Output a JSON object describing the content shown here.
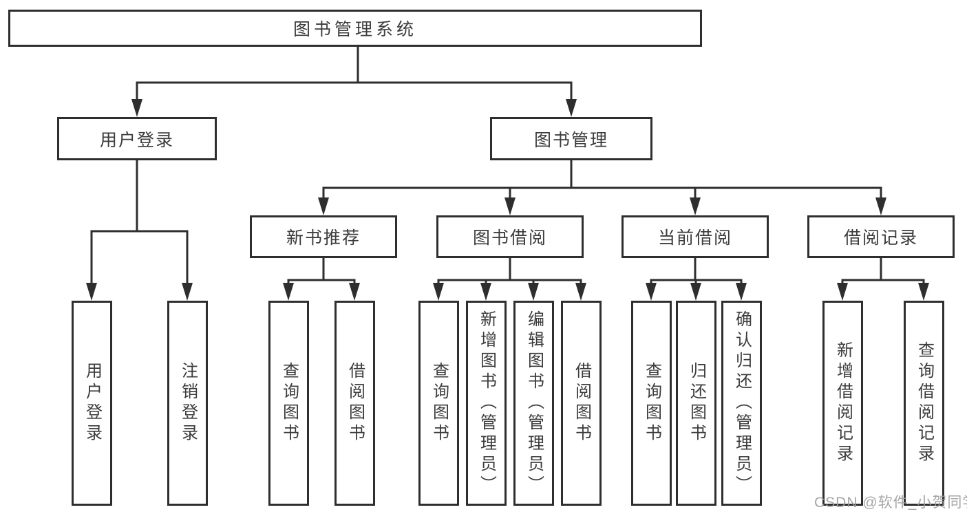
{
  "diagram": {
    "background": "#ffffff",
    "line_color": "#2e2e2e",
    "text_color": "#3c3c3c",
    "watermark": {
      "text": "CSDN @软件_小贺同学",
      "color": "#9d9d9d"
    },
    "tree": {
      "root": "图书管理系统",
      "branches": [
        {
          "label": "用户登录",
          "leaves": [
            "用户登录",
            "注销登录"
          ]
        },
        {
          "label": "图书管理",
          "sections": [
            {
              "label": "新书推荐",
              "leaves": [
                "查询图书",
                "借阅图书"
              ]
            },
            {
              "label": "图书借阅",
              "leaves": [
                "查询图书",
                "新增图书（管理员）",
                "编辑图书（管理员）",
                "借阅图书"
              ]
            },
            {
              "label": "当前借阅",
              "leaves": [
                "查询图书",
                "归还图书",
                "确认归还（管理员）"
              ]
            },
            {
              "label": "借阅记录",
              "leaves": [
                "新增借阅记录",
                "查询借阅记录"
              ]
            }
          ]
        }
      ]
    }
  }
}
